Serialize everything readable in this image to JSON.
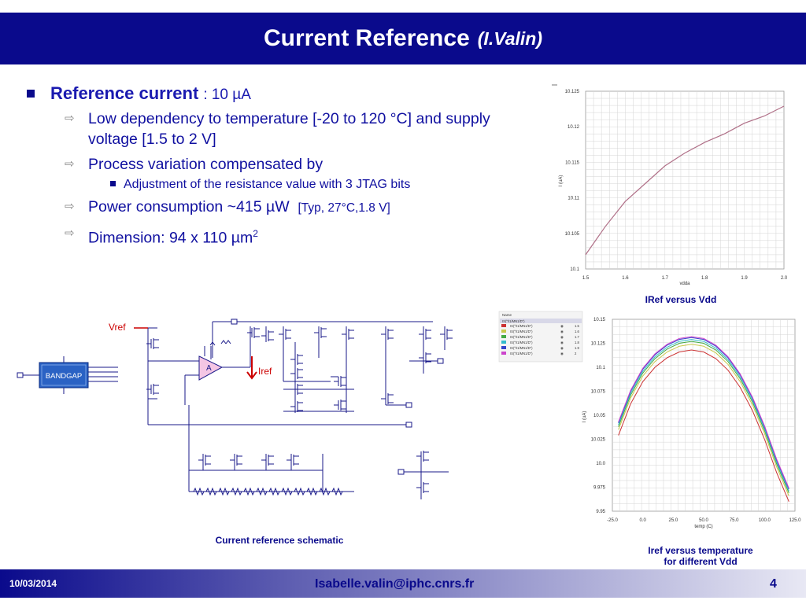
{
  "title": {
    "main": "Current Reference",
    "author": "(I.Valin)"
  },
  "bullets": {
    "reference_label": "Reference current",
    "reference_value": ": 10 µA",
    "temp_dep": "Low dependency to temperature [-20 to 120 °C] and supply voltage [1.5 to 2 V]",
    "process": "Process variation compensated by",
    "adjust": "Adjustment of the resistance value with 3 JTAG bits",
    "power_main": "Power consumption  ~415 µW",
    "power_cond": "[Typ, 27°C,1.8 V]",
    "dimension_main": "Dimension: 94 x 110 µm",
    "dimension_sup": "2"
  },
  "schematic": {
    "vref_label": "Vref",
    "iref_label": "Iref",
    "bandgap_label": "BANDGAP",
    "amp_label": "A",
    "caption": "Current reference schematic"
  },
  "captions": {
    "vdd": "IRef versus Vdd",
    "temp_line1": "Iref versus temperature",
    "temp_line2": "for different Vdd"
  },
  "footer": {
    "date": "10/03/2014",
    "email": "Isabelle.valin@iphc.cnrs.fr",
    "page": "4"
  },
  "colors": {
    "title_bar": "#0a0a8c",
    "text_blue": "#1010a0",
    "iref_red": "#cc0000",
    "curve_mauve": "#b07088"
  },
  "chart_data": [
    {
      "type": "line",
      "xlabel": "vdda",
      "ylabel": "I (uA)",
      "xlim": [
        1.5,
        2.0
      ],
      "ylim": [
        10.1,
        10.125
      ],
      "xticks": [
        "1.5",
        "1.6",
        "1.7",
        "1.8",
        "1.9",
        "2.0"
      ],
      "yticks": [
        "10.1",
        "10.105",
        "10.11",
        "10.115",
        "10.12",
        "10.125"
      ],
      "grid": true,
      "x": [
        1.5,
        1.55,
        1.6,
        1.65,
        1.7,
        1.75,
        1.8,
        1.85,
        1.9,
        1.95,
        2.0
      ],
      "series": [
        {
          "values": [
            10.102,
            10.106,
            10.1095,
            10.112,
            10.1145,
            10.1163,
            10.1178,
            10.119,
            10.1205,
            10.1215,
            10.1229
          ]
        }
      ]
    },
    {
      "type": "line",
      "xlabel": "temp (C)",
      "ylabel": "I (uA)",
      "xlim": [
        -25,
        125
      ],
      "ylim": [
        9.95,
        10.15
      ],
      "xticks": [
        "-25.0",
        "0.0",
        "25.0",
        "50.0",
        "75.0",
        "100.0",
        "125.0"
      ],
      "yticks": [
        "9.95",
        "9.975",
        "10.0",
        "10.025",
        "10.05",
        "10.075",
        "10.1",
        "10.125",
        "10.15"
      ],
      "grid": true,
      "legend_placement": "top-left outside",
      "legend_header": "Name",
      "legend_group": "IS(\"/I1/MN1/D\")",
      "legend_values": [
        "1.5",
        "1.6",
        "1.7",
        "1.8",
        "1.9",
        "2"
      ],
      "x": [
        -20,
        -10,
        0,
        10,
        20,
        30,
        40,
        50,
        60,
        70,
        80,
        90,
        100,
        110,
        120
      ],
      "series": [
        {
          "color": "#cc3333",
          "values": [
            10.029,
            10.062,
            10.085,
            10.1,
            10.11,
            10.116,
            10.118,
            10.116,
            10.109,
            10.097,
            10.079,
            10.055,
            10.025,
            9.99,
            9.96
          ]
        },
        {
          "color": "#c8c84a",
          "values": [
            10.035,
            10.068,
            10.091,
            10.106,
            10.116,
            10.122,
            10.124,
            10.122,
            10.115,
            10.103,
            10.085,
            10.061,
            10.031,
            9.996,
            9.966
          ]
        },
        {
          "color": "#44aa44",
          "values": [
            10.038,
            10.071,
            10.094,
            10.109,
            10.119,
            10.125,
            10.127,
            10.125,
            10.118,
            10.106,
            10.088,
            10.064,
            10.034,
            9.999,
            9.969
          ]
        },
        {
          "color": "#33bbcc",
          "values": [
            10.04,
            10.073,
            10.096,
            10.111,
            10.121,
            10.127,
            10.129,
            10.127,
            10.12,
            10.108,
            10.09,
            10.066,
            10.036,
            10.001,
            9.971
          ]
        },
        {
          "color": "#3344cc",
          "values": [
            10.042,
            10.075,
            10.098,
            10.113,
            10.123,
            10.129,
            10.131,
            10.129,
            10.122,
            10.11,
            10.092,
            10.068,
            10.038,
            10.003,
            9.973
          ]
        },
        {
          "color": "#cc44cc",
          "values": [
            10.043,
            10.076,
            10.099,
            10.114,
            10.124,
            10.13,
            10.132,
            10.13,
            10.123,
            10.111,
            10.093,
            10.069,
            10.039,
            10.004,
            9.974
          ]
        }
      ]
    }
  ]
}
